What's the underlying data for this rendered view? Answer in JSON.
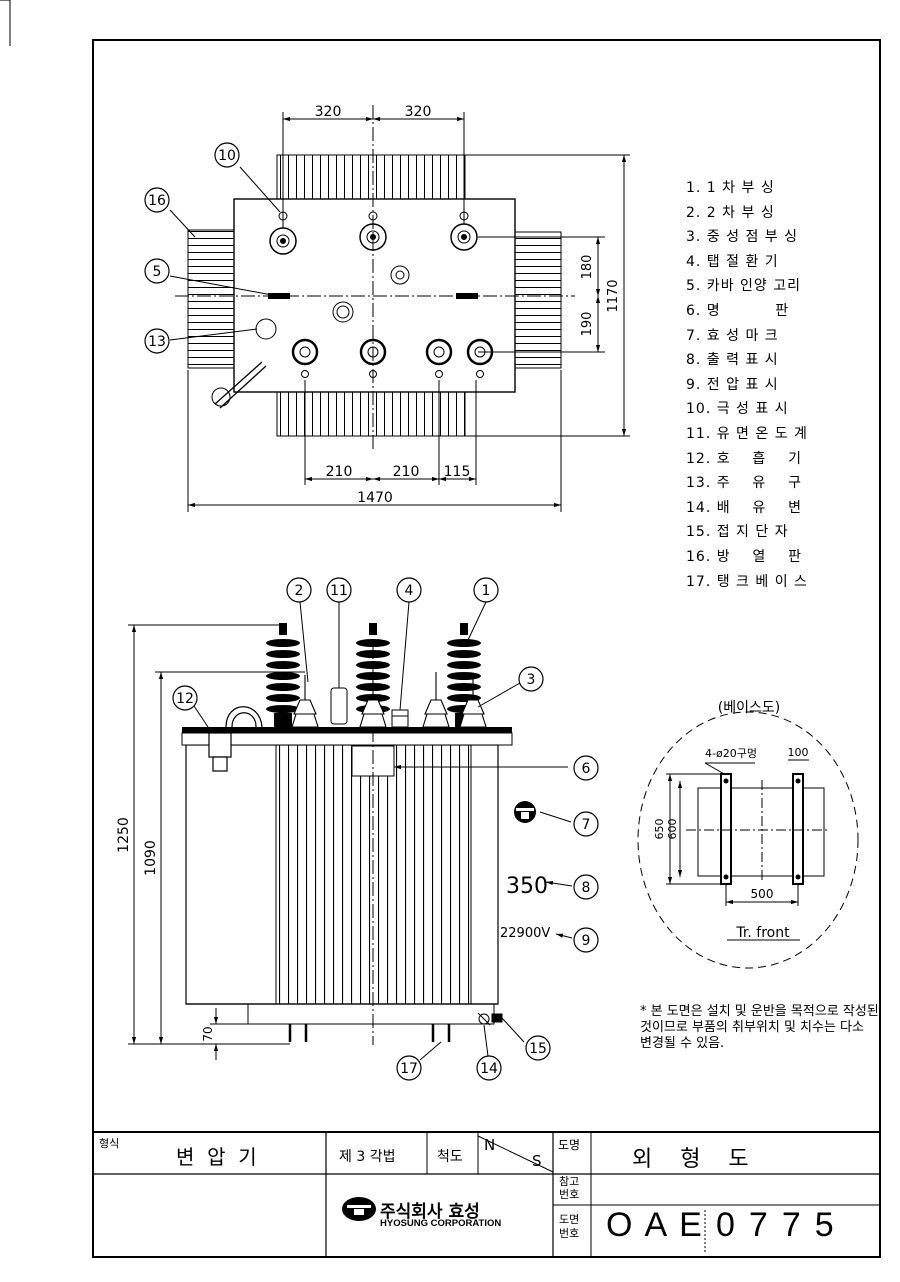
{
  "dimensions": {
    "top_320_left": "320",
    "top_320_right": "320",
    "d_180": "180",
    "d_190": "190",
    "d_1170": "1170",
    "d_210_a": "210",
    "d_210_b": "210",
    "d_115": "115",
    "d_1470": "1470",
    "d_1250": "1250",
    "d_1090": "1090",
    "d_70": "70"
  },
  "balloons": [
    "1",
    "2",
    "3",
    "4",
    "5",
    "6",
    "7",
    "8",
    "9",
    "10",
    "11",
    "12",
    "13",
    "14",
    "15",
    "16",
    "17"
  ],
  "legend": [
    "1. 1 차 부 싱",
    "2. 2 차 부 싱",
    "3. 중 성 점 부 싱",
    "4. 탭 절 환 기",
    "5. 카바 인양 고리",
    "6. 명          판",
    "7. 효 성 마 크",
    "8. 출 력 표 시",
    "9. 전 압 표 시",
    "10. 극 성 표 시",
    "11. 유 면 온 도 계",
    "12. 호    흡    기",
    "13. 주    유    구",
    "14. 배    유    변",
    "15. 접 지 단 자",
    "16. 방    열    판",
    "17. 탱 크 베 이 스"
  ],
  "side_labels": {
    "output": "350",
    "voltage": "22900V"
  },
  "base_view": {
    "title": "(베이스도)",
    "holes": "4-ø20구멍",
    "d_100": "100",
    "d_650": "650",
    "d_600": "600",
    "d_500": "500",
    "front": "Tr. front"
  },
  "note": "* 본 도면은 설치 및 운반을 목적으로 작성된 것이므로 부품의 취부위치 및 치수는 다소 변경될 수 있음.",
  "title_block": {
    "type_label": "형식",
    "type_value": "변  압  기",
    "method": "제 3 각법",
    "scale_label": "척도",
    "scale_n": "N",
    "scale_s": "S",
    "drawing_name_label": "도명",
    "drawing_name": "외    형    도",
    "ref_label_1": "참고",
    "ref_label_2": "번호",
    "dwg_label_1": "도면",
    "dwg_label_2": "번호",
    "dwg_prefix": "OAE",
    "dwg_number": "0775",
    "company_kr": "주식회사 효성",
    "company_en": "HYOSUNG CORPORATION"
  }
}
